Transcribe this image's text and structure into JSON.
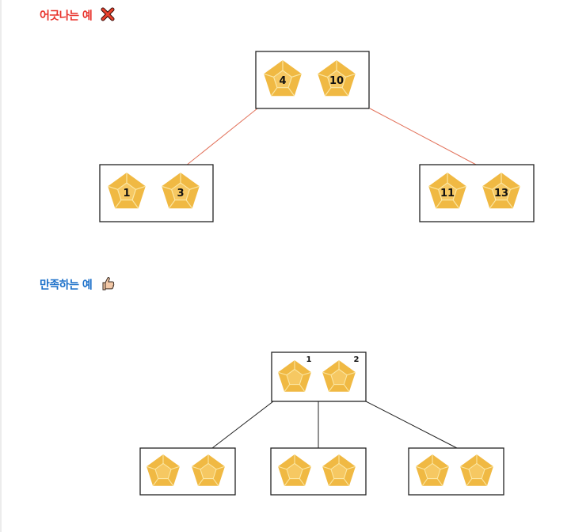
{
  "bad_example": {
    "heading": "어긋나는 예",
    "heading_color": "#e8322b",
    "icon": "red-x-icon",
    "edge_color": "#e2725b",
    "root": {
      "values": [
        "4",
        "10"
      ]
    },
    "children": [
      {
        "values": [
          "1",
          "3"
        ]
      },
      {
        "values": [
          "11",
          "13"
        ]
      }
    ]
  },
  "good_example": {
    "heading": "만족하는 예",
    "heading_color": "#1a6fc9",
    "icon": "thumbs-up-icon",
    "edge_color": "#222222",
    "root": {
      "indices": [
        "1",
        "2"
      ]
    },
    "children_count": 3
  },
  "colors": {
    "dice_fill": "#f0b943",
    "dice_face": "#f6c862",
    "dice_edge": "#fbe7a4"
  }
}
